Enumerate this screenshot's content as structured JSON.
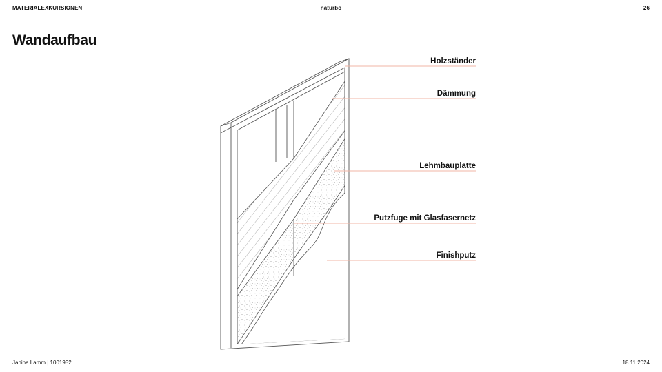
{
  "header": {
    "left": "MATERIALEXKURSIONEN",
    "center": "naturbo",
    "page_number": "26"
  },
  "title": "Wandaufbau",
  "labels": {
    "holzstaender": "Holzständer",
    "daemmung": "Dämmung",
    "lehmbauplatte": "Lehmbauplatte",
    "putzfuge": "Putzfuge mit Glasfasernetz",
    "finishputz": "Finishputz"
  },
  "footer": {
    "left": "Janina Lamm | 1001952",
    "right": "18.11.2024"
  },
  "colors": {
    "leader_line": "#f0b4a4",
    "drawing_line": "#555555"
  }
}
